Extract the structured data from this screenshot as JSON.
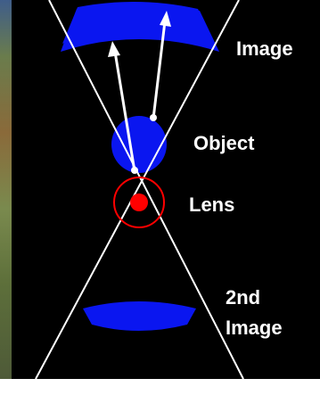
{
  "labels": {
    "image": "Image",
    "object": "Object",
    "lens": "Lens",
    "second_image_line1": "2nd",
    "second_image_line2": "Image"
  },
  "colors": {
    "background": "#000000",
    "lens_blob": "#0a16f0",
    "ray_lines": "#ffffff",
    "lens_point": "#ff0000",
    "lens_ring": "#ff0000",
    "page_background": "#ffffff",
    "left_photo_strip": "#6f7c4e"
  }
}
